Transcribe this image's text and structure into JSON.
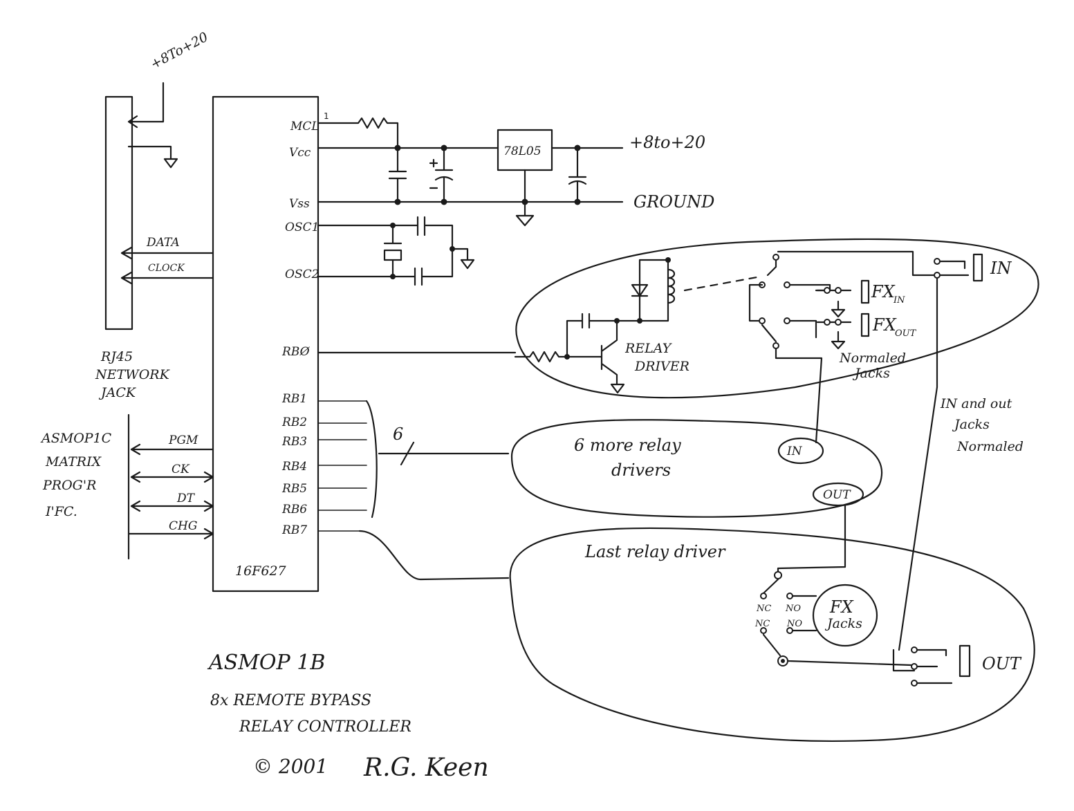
{
  "supply": {
    "top": "+8To+20",
    "right": "+8to+20",
    "ground": "GROUND"
  },
  "chip": {
    "name": "16F627"
  },
  "pins": {
    "mclr": "MCL",
    "mclr_pin": "1",
    "vcc": "Vcc",
    "vss": "Vss",
    "osc1": "OSC1",
    "osc2": "OSC2",
    "rb0": "RBØ",
    "rb1": "RB1",
    "rb2": "RB2",
    "rb3": "RB3",
    "rb4": "RB4",
    "rb5": "RB5",
    "rb6": "RB6",
    "rb7": "RB7"
  },
  "regulator": "78L05",
  "rj45": {
    "line1": "RJ45",
    "line2": "NETWORK",
    "line3": "JACK",
    "data": "DATA",
    "clock": "CLOCK"
  },
  "programmer": {
    "line1": "ASMOP1C",
    "line2": "MATRIX",
    "line3": "PROG'R",
    "line4": "I'FC.",
    "pgm": "PGM",
    "ck": "CK",
    "dt": "DT",
    "chg": "CHG"
  },
  "relay_driver": {
    "line1": "RELAY",
    "line2": "DRIVER"
  },
  "jacks": {
    "in": "IN",
    "fx_in": "FX",
    "fx_in_sub": "IN",
    "fx_out": "FX",
    "fx_out_sub": "OUT",
    "normaled1": "Normaled",
    "normaled2": "Jacks",
    "inout1": "IN and out",
    "inout2": "Jacks",
    "inout3": "Normaled",
    "out": "OUT"
  },
  "bus_count": "6",
  "more_drivers": {
    "line1": "6 more relay",
    "line2": "drivers"
  },
  "tags": {
    "in": "IN",
    "out": "OUT"
  },
  "last_driver": "Last relay driver",
  "contacts": {
    "nc1": "NC",
    "no1": "NO",
    "nc2": "NC",
    "no2": "NO"
  },
  "fx_jacks": {
    "line1": "FX",
    "line2": "Jacks"
  },
  "title": {
    "line1": "ASMOP  1B",
    "line2": "8x REMOTE BYPASS",
    "line3": "RELAY CONTROLLER",
    "copyright": "© 2001",
    "author": "R.G. Keen"
  }
}
